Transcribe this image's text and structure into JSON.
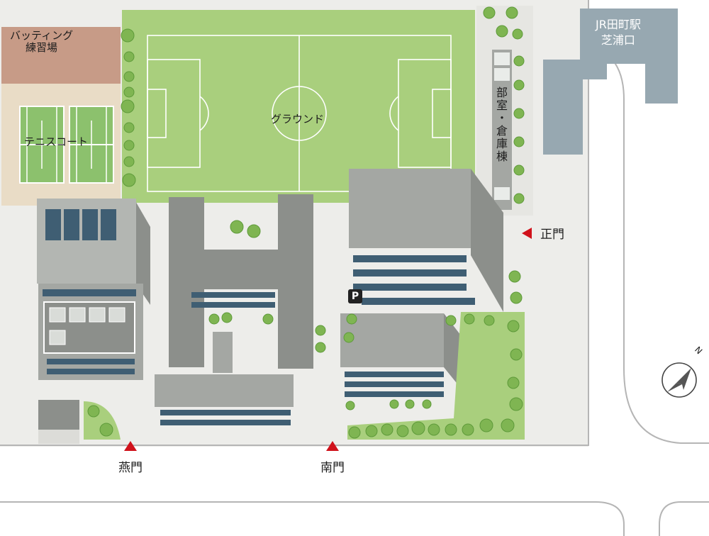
{
  "labels": {
    "batting": [
      "バッティング",
      "練習場"
    ],
    "tennis": "テニスコート",
    "ground": "グラウンド",
    "club_storage": [
      "部",
      "室",
      "・",
      "倉",
      "庫",
      "棟"
    ],
    "station": [
      "JR田町駅",
      "芝浦口"
    ],
    "parking": "P"
  },
  "gates": {
    "main": "正門",
    "tsubame": "燕門",
    "south": "南門"
  },
  "compass": {
    "north_label": "N"
  },
  "colors": {
    "field_green": "#a9cf7d",
    "court_green": "#8cc16d",
    "building_gray": "#a4a7a3",
    "building_roof": "#8c8f8b",
    "window_blue": "#3f5e73",
    "station_blue": "#97a8b1",
    "gate_red": "#d0121b",
    "tennis_area": "#e9dcc6",
    "batting_area": "#c79b87",
    "tree_green": "#7fb552"
  }
}
